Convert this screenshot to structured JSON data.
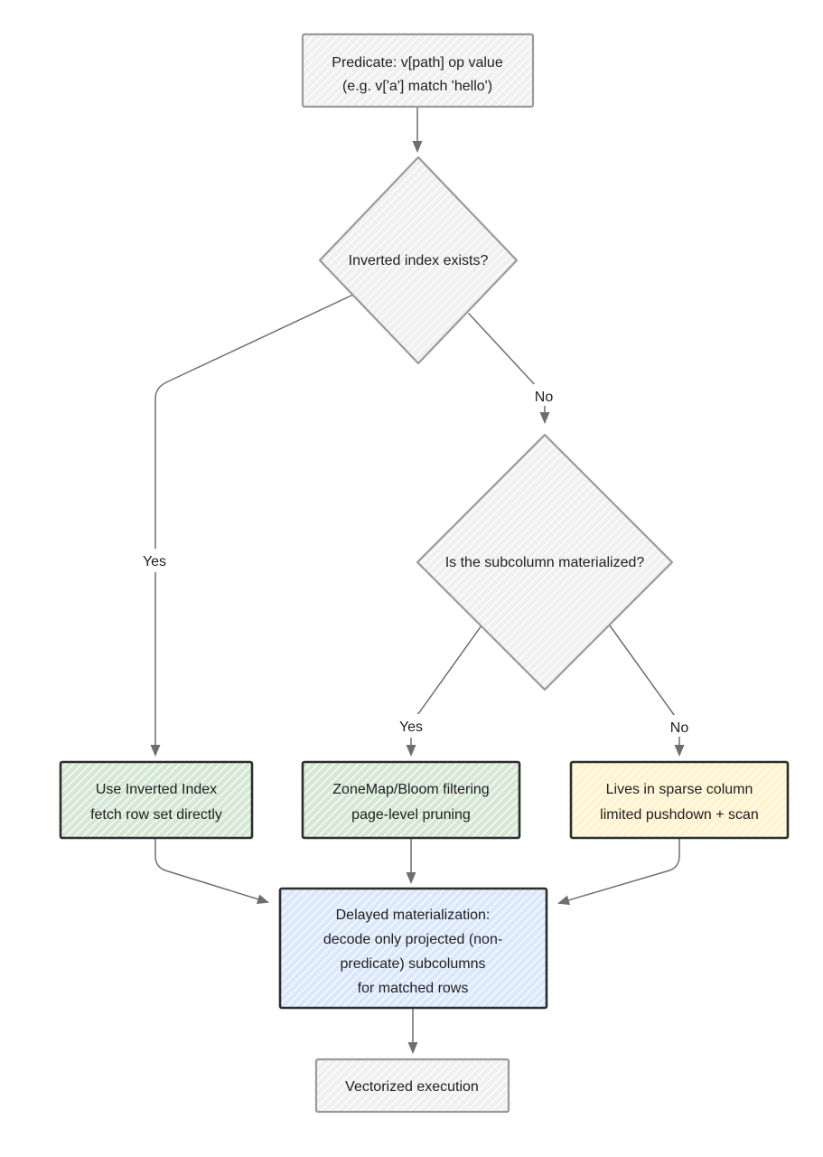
{
  "diagram": {
    "type": "flowchart",
    "nodes": {
      "predicate": {
        "shape": "rectangle",
        "fill_name": "gray",
        "lines": [
          "Predicate: v[path] op value",
          "(e.g. v['a'] match 'hello')"
        ]
      },
      "inverted_index_decision": {
        "shape": "diamond",
        "fill_name": "gray",
        "label": "Inverted index exists?"
      },
      "subcolumn_decision": {
        "shape": "diamond",
        "fill_name": "gray",
        "label": "Is the subcolumn materialized?"
      },
      "use_inverted_index": {
        "shape": "rectangle",
        "fill_name": "green",
        "lines": [
          "Use Inverted Index",
          "fetch row set directly"
        ]
      },
      "zonemap_bloom": {
        "shape": "rectangle",
        "fill_name": "green",
        "lines": [
          "ZoneMap/Bloom filtering",
          "page-level pruning"
        ]
      },
      "sparse_column": {
        "shape": "rectangle",
        "fill_name": "yellow",
        "lines": [
          "Lives in sparse column",
          "limited pushdown + scan"
        ]
      },
      "delayed_materialization": {
        "shape": "rectangle",
        "fill_name": "blue",
        "lines": [
          "Delayed materialization:",
          "decode only projected (non-",
          "predicate) subcolumns",
          "for matched rows"
        ]
      },
      "vectorized_execution": {
        "shape": "rectangle",
        "fill_name": "gray",
        "label": "Vectorized execution"
      }
    },
    "edge_labels": {
      "inverted_index_yes": "Yes",
      "inverted_index_no": "No",
      "materialized_yes": "Yes",
      "materialized_no": "No"
    },
    "colors": {
      "background": "#ffffff",
      "gray_fill": "#f0f0f0",
      "green_fill": "#d5e8d4",
      "yellow_fill": "#fff2cc",
      "blue_fill": "#dae8fc",
      "gray_border": "#9a9a9a",
      "dark_border": "#2d2d2d",
      "arrow": "#6e6e6e",
      "text": "#1f1f1f"
    }
  }
}
